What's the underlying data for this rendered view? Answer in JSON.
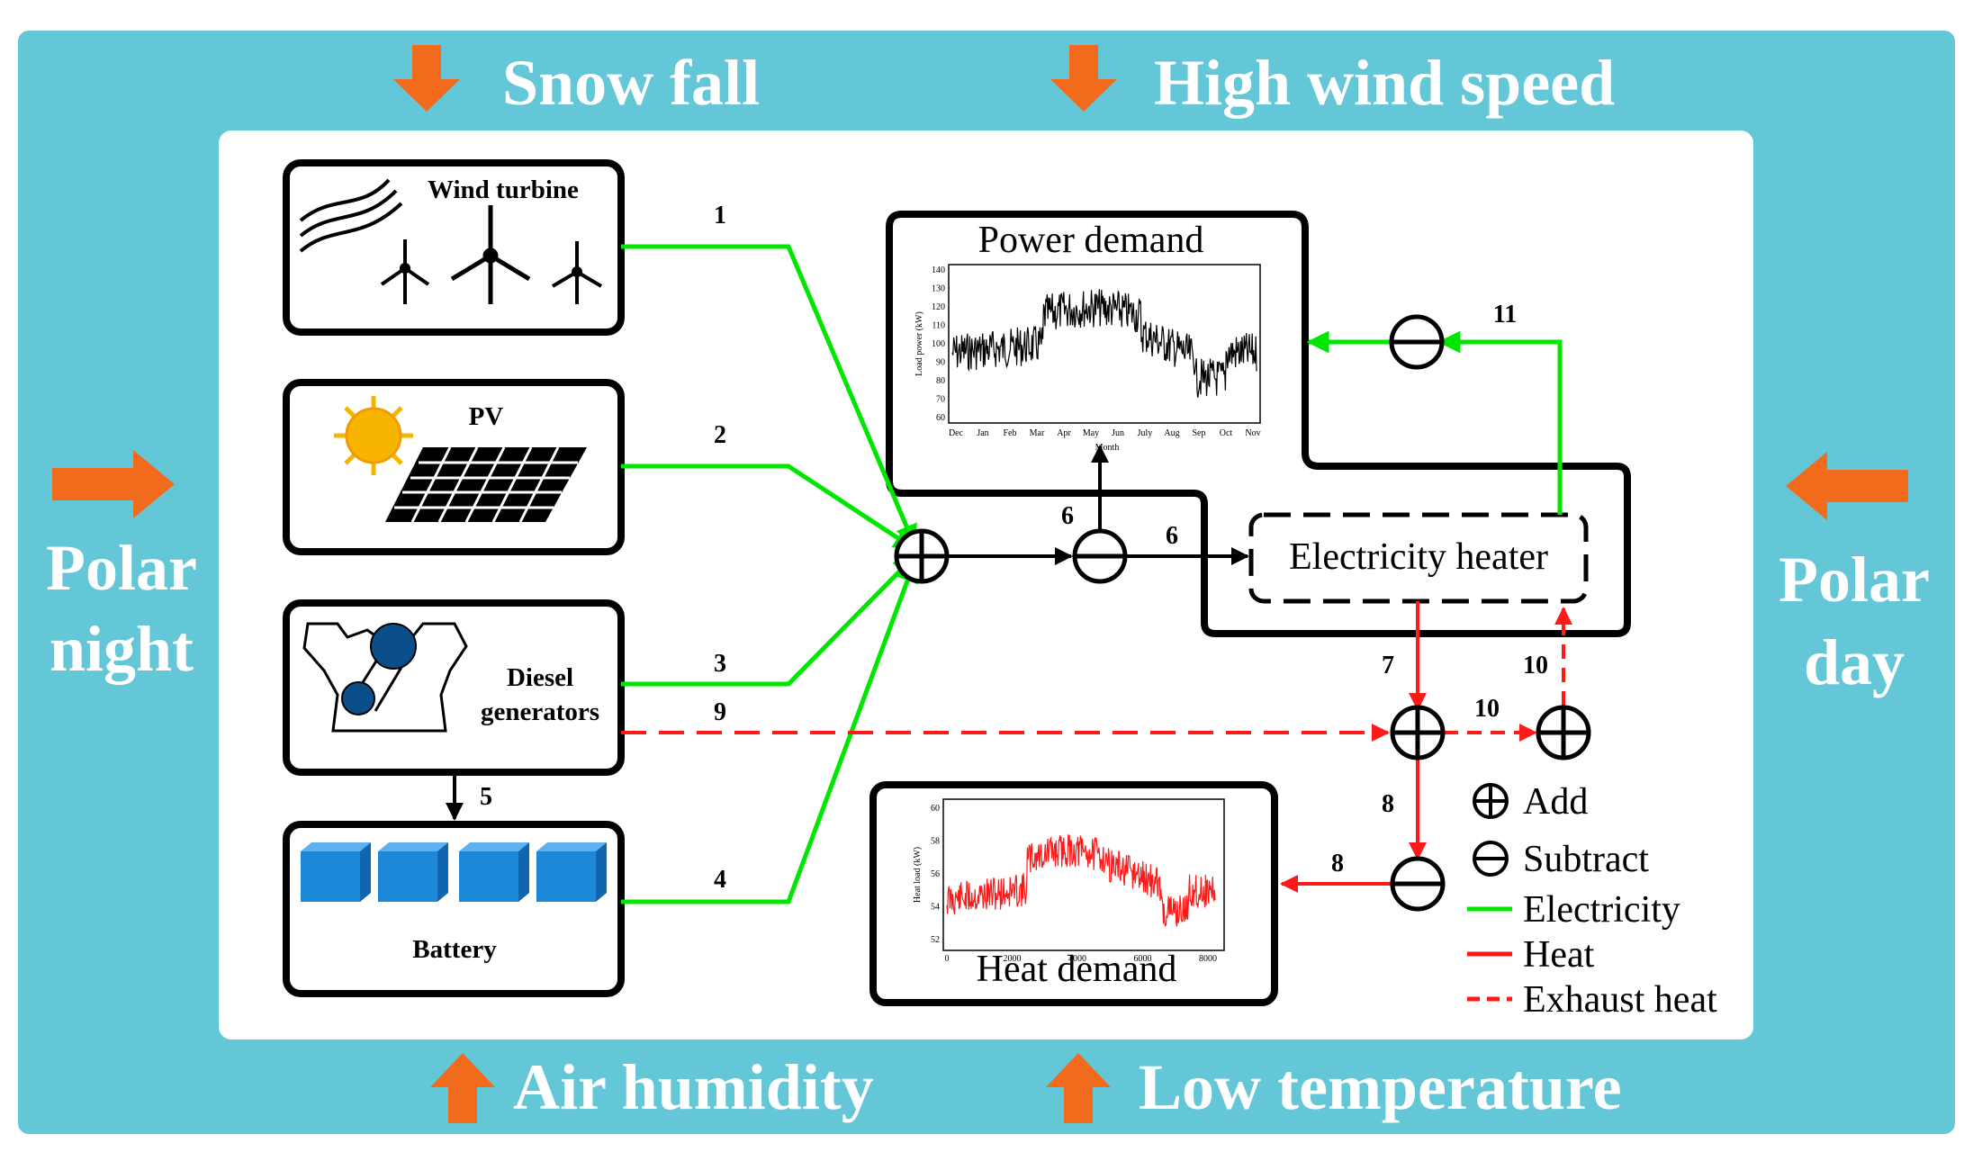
{
  "environment": {
    "top_left": "Snow fall",
    "top_right": "High wind speed",
    "left_line1": "Polar",
    "left_line2": "night",
    "right_line1": "Polar",
    "right_line2": "day",
    "bottom_left": "Air humidity",
    "bottom_right": "Low temperature"
  },
  "sources": {
    "wind": "Wind turbine",
    "pv": "PV",
    "diesel_line1": "Diesel",
    "diesel_line2": "generators",
    "battery": "Battery"
  },
  "power_demand": {
    "title": "Power demand",
    "ylabel": "Load power (kW)",
    "xlabel": "Month",
    "yticks": [
      "140",
      "130",
      "120",
      "110",
      "100",
      "90",
      "80",
      "70",
      "60"
    ],
    "xticks": [
      "Dec",
      "Jan",
      "Feb",
      "Mar",
      "Apr",
      "May",
      "Jun",
      "July",
      "Aug",
      "Sep",
      "Oct",
      "Nov"
    ]
  },
  "heat_demand": {
    "title": "Heat demand",
    "ylabel": "Heat load (kW)",
    "yticks": [
      "60",
      "58",
      "56",
      "54",
      "52"
    ],
    "xticks": [
      "0",
      "2000",
      "4000",
      "6000",
      "8000"
    ]
  },
  "heater": "Electricity heater",
  "flows": {
    "f1": "1",
    "f2": "2",
    "f3": "3",
    "f4": "4",
    "f5": "5",
    "f6a": "6",
    "f6b": "6",
    "f7": "7",
    "f8a": "8",
    "f8b": "8",
    "f9": "9",
    "f10a": "10",
    "f10b": "10",
    "f11": "11"
  },
  "legend": {
    "add": "Add",
    "subtract": "Subtract",
    "electricity": "Electricity",
    "heat": "Heat",
    "exhaust": "Exhaust heat"
  },
  "colors": {
    "background": "#63c7d8",
    "arrow": "#f26b1d",
    "electricity": "#00e600",
    "heat": "#ff1a1a",
    "battery": "#1e88d8",
    "sun": "#f7b500"
  }
}
